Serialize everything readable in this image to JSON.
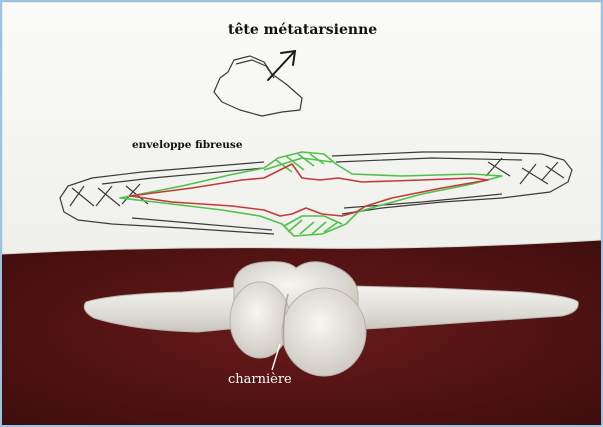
{
  "labels": {
    "metatarsal_head": "tête métatarsienne",
    "fibrous_envelope": "enveloppe fibreuse",
    "hinge": "charnière"
  },
  "colors": {
    "frame": "#9cc3df",
    "paper": "#fbfbf8",
    "background_fabric": "#5a1414",
    "implant": "#e6e4de",
    "sketch_red": "#c23a3a",
    "sketch_green": "#4fc24a",
    "pencil": "#3b3b3b"
  }
}
